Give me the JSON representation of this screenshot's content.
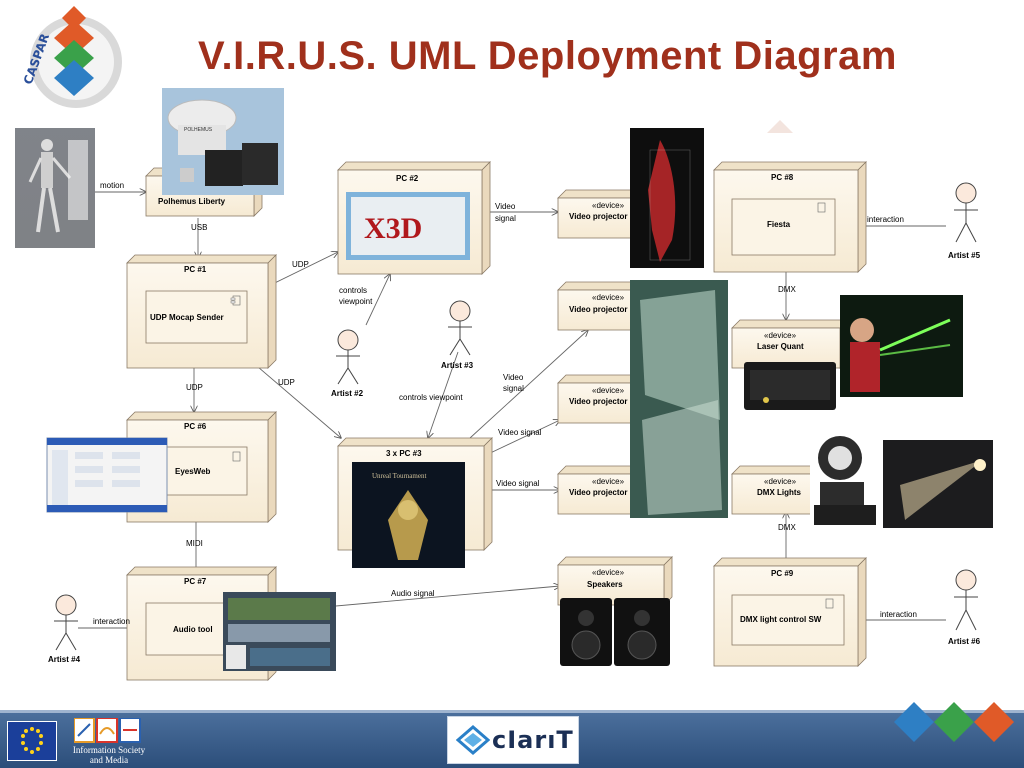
{
  "title": "V.I.R.U.S. UML Deployment Diagram",
  "logo": {
    "text": "CASPAR"
  },
  "nodes": {
    "polhemus": {
      "name": "Polhemus Liberty"
    },
    "pc2": {
      "name": "PC #2"
    },
    "pc1": {
      "name": "PC #1",
      "component": "UDP Mocap Sender"
    },
    "pc6": {
      "name": "PC #6",
      "component": "EyesWeb"
    },
    "pc3": {
      "name": "3 x PC #3"
    },
    "pc7": {
      "name": "PC #7",
      "component": "Audio tool"
    },
    "pc8": {
      "name": "PC #8",
      "component": "Fiesta"
    },
    "pc9": {
      "name": "PC #9",
      "component": "DMX light control SW"
    },
    "proj1": {
      "stereotype": "«device»",
      "name": "Video projector"
    },
    "proj2": {
      "stereotype": "«device»",
      "name": "Video projector"
    },
    "proj3": {
      "stereotype": "«device»",
      "name": "Video projector"
    },
    "proj4": {
      "stereotype": "«device»",
      "name": "Video projector"
    },
    "laser": {
      "stereotype": "«device»",
      "name": "Laser Quant"
    },
    "dmx": {
      "stereotype": "«device»",
      "name": "DMX Lights"
    },
    "speakers": {
      "stereotype": "«device»",
      "name": "Speakers"
    }
  },
  "actors": {
    "artist2": "Artist #2",
    "artist3": "Artist #3",
    "artist4": "Artist #4",
    "artist5": "Artist #5",
    "artist6": "Artist #6"
  },
  "links": {
    "motion": "motion",
    "usb": "USB",
    "udp_pc2": "UDP",
    "udp_pc6": "UDP",
    "udp_pc3": "UDP",
    "controls1": "controls",
    "viewpoint1": "viewpoint",
    "controls_viewpoint": "controls viewpoint",
    "video1": "Video",
    "signal1": "signal",
    "video2": "Video",
    "signal2": "signal",
    "video_signal3": "Video signal",
    "video_signal4": "Video signal",
    "midi": "MIDI",
    "interaction4": "interaction",
    "audio_signal": "Audio signal",
    "interaction5": "interaction",
    "dmx1": "DMX",
    "dmx2": "DMX",
    "interaction6": "interaction"
  },
  "photos": {
    "x3d_logo": "X3D",
    "polhemus_label": "POLHEMUS",
    "unreal_label": "Unreal Tournament"
  },
  "footer": {
    "infosoc_line1": "Information Society",
    "infosoc_line2": "and Media",
    "clarity": "cIarıT"
  },
  "colors": {
    "title": "#a0301c",
    "node_fill": "#fbf3e3",
    "node_stroke": "#8a7a66",
    "footer": "#3a5e8c"
  }
}
